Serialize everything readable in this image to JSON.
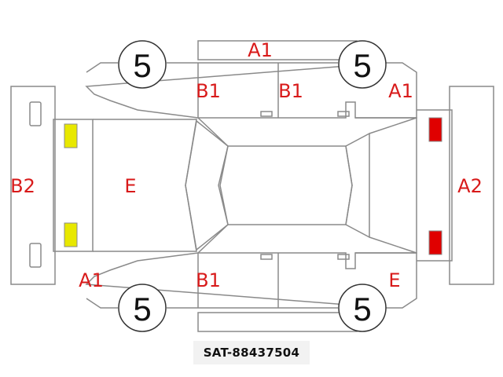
{
  "colors": {
    "outline": "#8a8a8a",
    "label": "#d81a1a",
    "front_lamp": "#e8e800",
    "rear_lamp": "#e00000",
    "tire_number": "#111111"
  },
  "tire_grade_labels": [
    "5",
    "5",
    "5",
    "5"
  ],
  "damage_labels": {
    "roof_top_edge": "A1",
    "left_front_door": "B1",
    "left_rear_door": "B1",
    "left_rear_quarter": "A1",
    "front_bumper": "B2",
    "hood": "E",
    "rear_bumper": "A2",
    "right_front_fender": "A1",
    "right_front_door": "B1",
    "right_rear_quarter": "E"
  },
  "code": "SAT-88437504"
}
